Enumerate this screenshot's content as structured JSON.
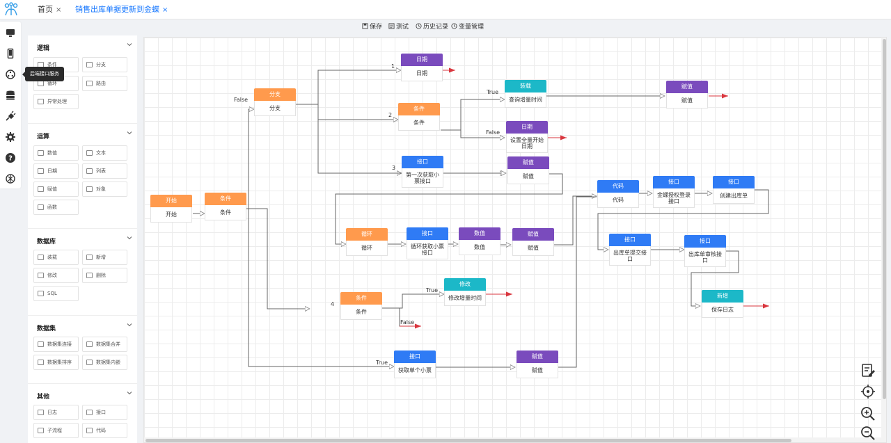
{
  "tabs": [
    {
      "label": "首页",
      "close": "×"
    },
    {
      "label": "销售出库单据更新到金蝶",
      "close": "×"
    }
  ],
  "rail": {
    "icons": [
      "monitor-icon",
      "mobile-icon",
      "api-service-icon",
      "database-icon",
      "plug-icon",
      "gear-icon",
      "help-icon",
      "openai-icon"
    ],
    "tooltip": "后端接口服务"
  },
  "palette": {
    "sections": [
      {
        "title": "逻辑",
        "items": [
          "条件",
          "分支",
          "循环",
          "路由",
          "异常处理"
        ]
      },
      {
        "title": "运算",
        "items": [
          "数值",
          "文本",
          "日期",
          "列表",
          "赋值",
          "对象",
          "函数"
        ]
      },
      {
        "title": "数据库",
        "items": [
          "装载",
          "新增",
          "修改",
          "删除",
          "SQL"
        ]
      },
      {
        "title": "数据集",
        "items": [
          "数据集连接",
          "数据集合并",
          "数据集排序",
          "数据集内嵌"
        ]
      },
      {
        "title": "其他",
        "items": [
          "日志",
          "接口",
          "子流程",
          "代码"
        ]
      }
    ]
  },
  "toolbar": {
    "save": "保存",
    "test": "测试",
    "history": "历史记录",
    "variables": "变量管理"
  },
  "colors": {
    "orange": "#ff9a4d",
    "purple": "#7a4bbd",
    "blue": "#2f7bf5",
    "teal": "#1cb8c8",
    "arrow_red": "#d9363e",
    "link_blue": "#1677ff"
  },
  "flow": {
    "nodes": [
      {
        "id": "start",
        "head": "开始",
        "body": "开始",
        "color": "orange"
      },
      {
        "id": "cond1",
        "head": "条件",
        "body": "条件",
        "color": "orange"
      },
      {
        "id": "branch",
        "head": "分支",
        "body": "分支",
        "color": "orange"
      },
      {
        "id": "date1",
        "head": "日期",
        "body": "日期",
        "color": "purple"
      },
      {
        "id": "cond2",
        "head": "条件",
        "body": "条件",
        "color": "orange"
      },
      {
        "id": "load",
        "head": "装载",
        "body": "查询增量时间",
        "color": "teal"
      },
      {
        "id": "assign1",
        "head": "赋值",
        "body": "赋值",
        "color": "purple"
      },
      {
        "id": "date2",
        "head": "日期",
        "body": "设置全量开始日期",
        "color": "purple"
      },
      {
        "id": "api1",
        "head": "接口",
        "body": "第一次获取小票接口",
        "color": "blue"
      },
      {
        "id": "assign2",
        "head": "赋值",
        "body": "赋值",
        "color": "purple"
      },
      {
        "id": "code",
        "head": "代码",
        "body": "代码",
        "color": "blue"
      },
      {
        "id": "api_login",
        "head": "接口",
        "body": "金蝶授权登录接口",
        "color": "blue"
      },
      {
        "id": "api_create",
        "head": "接口",
        "body": "创建出库单",
        "color": "blue"
      },
      {
        "id": "loop",
        "head": "循环",
        "body": "循环",
        "color": "orange"
      },
      {
        "id": "api_loop",
        "head": "接口",
        "body": "循环获取小票接口",
        "color": "blue"
      },
      {
        "id": "num",
        "head": "数值",
        "body": "数值",
        "color": "purple"
      },
      {
        "id": "assign3",
        "head": "赋值",
        "body": "赋值",
        "color": "purple"
      },
      {
        "id": "api_submit",
        "head": "接口",
        "body": "出库单提交接口",
        "color": "blue"
      },
      {
        "id": "api_audit",
        "head": "接口",
        "body": "出库单审核接口",
        "color": "blue"
      },
      {
        "id": "cond3",
        "head": "条件",
        "body": "条件",
        "color": "orange"
      },
      {
        "id": "modify",
        "head": "修改",
        "body": "修改增量时间",
        "color": "teal"
      },
      {
        "id": "insert",
        "head": "新增",
        "body": "保存日志",
        "color": "teal"
      },
      {
        "id": "api_single",
        "head": "接口",
        "body": "获取单个小票",
        "color": "blue"
      },
      {
        "id": "assign4",
        "head": "赋值",
        "body": "赋值",
        "color": "purple"
      }
    ],
    "edge_labels": [
      "False",
      "1",
      "2",
      "3",
      "4",
      "True",
      "False",
      "True",
      "False",
      "True"
    ]
  },
  "fab": [
    "edit-icon",
    "locate-icon",
    "zoom-in-icon",
    "zoom-out-icon"
  ]
}
